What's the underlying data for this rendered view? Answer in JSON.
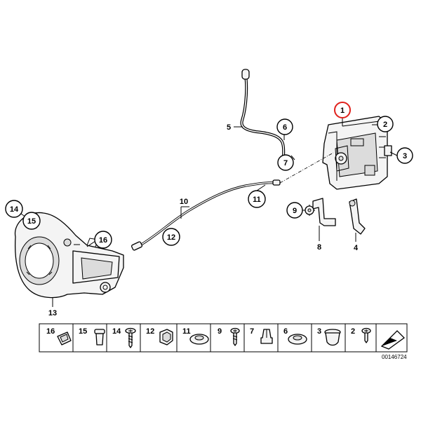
{
  "callouts": {
    "p1": "1",
    "p2": "2",
    "p3": "3",
    "p4": "4",
    "p5": "5",
    "p6": "6",
    "p7": "7",
    "p8": "8",
    "p9": "9",
    "p10": "10",
    "p11": "11",
    "p12": "12",
    "p13": "13",
    "p14": "14",
    "p15": "15",
    "p16": "16"
  },
  "highlight_color": "#e0201b",
  "legend": {
    "items": [
      {
        "number": "16",
        "icon": "clip-icon"
      },
      {
        "number": "15",
        "icon": "expanding-rivet-icon"
      },
      {
        "number": "14",
        "icon": "screw-icon"
      },
      {
        "number": "12",
        "icon": "cable-holder-icon"
      },
      {
        "number": "11",
        "icon": "grommet-icon"
      },
      {
        "number": "9",
        "icon": "screw-icon"
      },
      {
        "number": "7",
        "icon": "clip-icon"
      },
      {
        "number": "6",
        "icon": "grommet-icon"
      },
      {
        "number": "3",
        "icon": "plug-icon"
      },
      {
        "number": "2",
        "icon": "screw-icon"
      }
    ]
  },
  "doc_number": "00146724"
}
